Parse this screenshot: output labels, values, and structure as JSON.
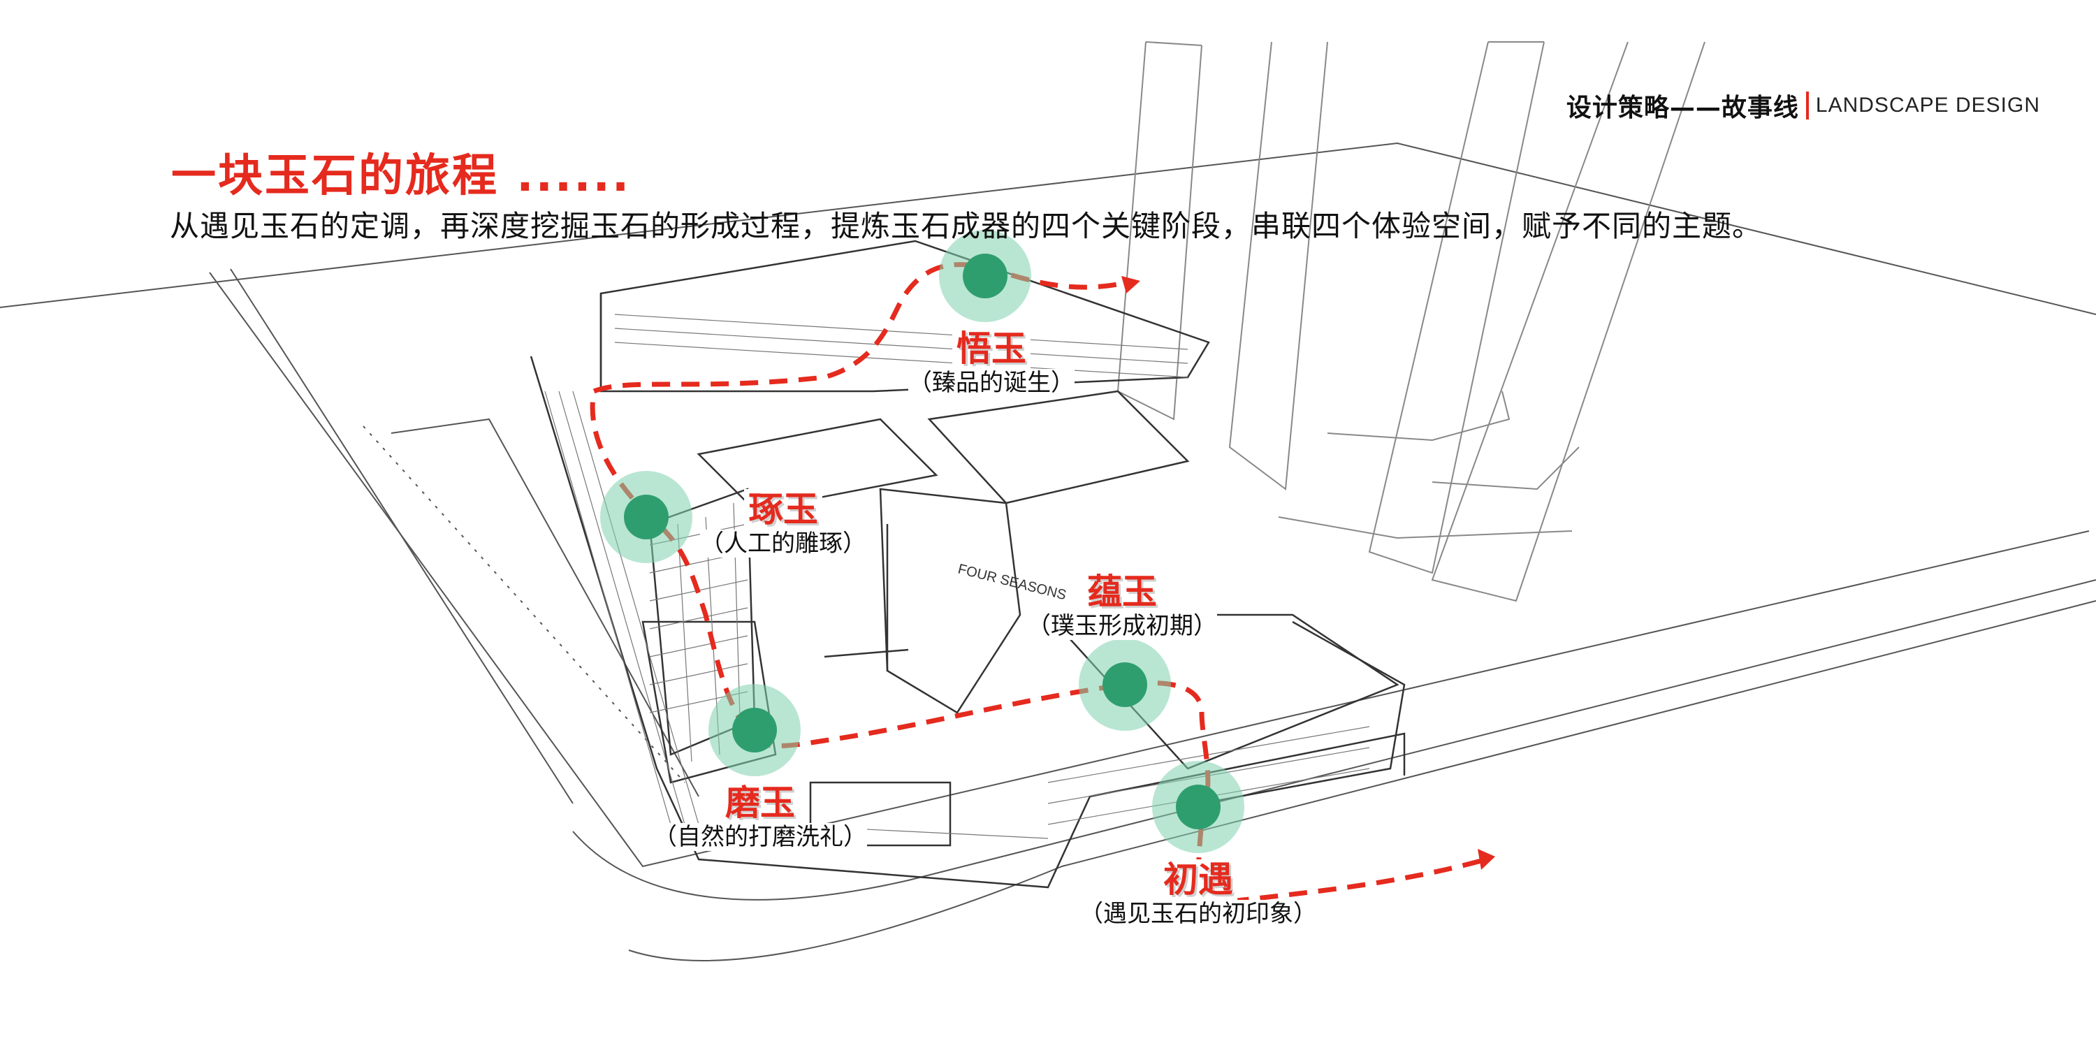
{
  "header": {
    "category": "设计策略——故事线",
    "subtitle_en": "LANDSCAPE DESIGN"
  },
  "title": "一块玉石的旅程 ......",
  "intro": "从遇见玉石的定调，再深度挖掘玉石的形成过程，提炼玉石成器的四个关键阶段，串联四个体验空间，赋予不同的主题。",
  "building_sign": "FOUR SEASONS",
  "colors": {
    "accent": "#e52a1e",
    "node": "#2f9e6f",
    "node_halo": "#7fd1ad",
    "line": "#555555"
  },
  "stages": [
    {
      "name": "初遇",
      "desc": "（遇见玉石的初印象）"
    },
    {
      "name": "蕴玉",
      "desc": "（璞玉形成初期）"
    },
    {
      "name": "磨玉",
      "desc": "（自然的打磨洗礼）"
    },
    {
      "name": "琢玉",
      "desc": "（人工的雕琢）"
    },
    {
      "name": "悟玉",
      "desc": "（臻品的诞生）"
    }
  ]
}
